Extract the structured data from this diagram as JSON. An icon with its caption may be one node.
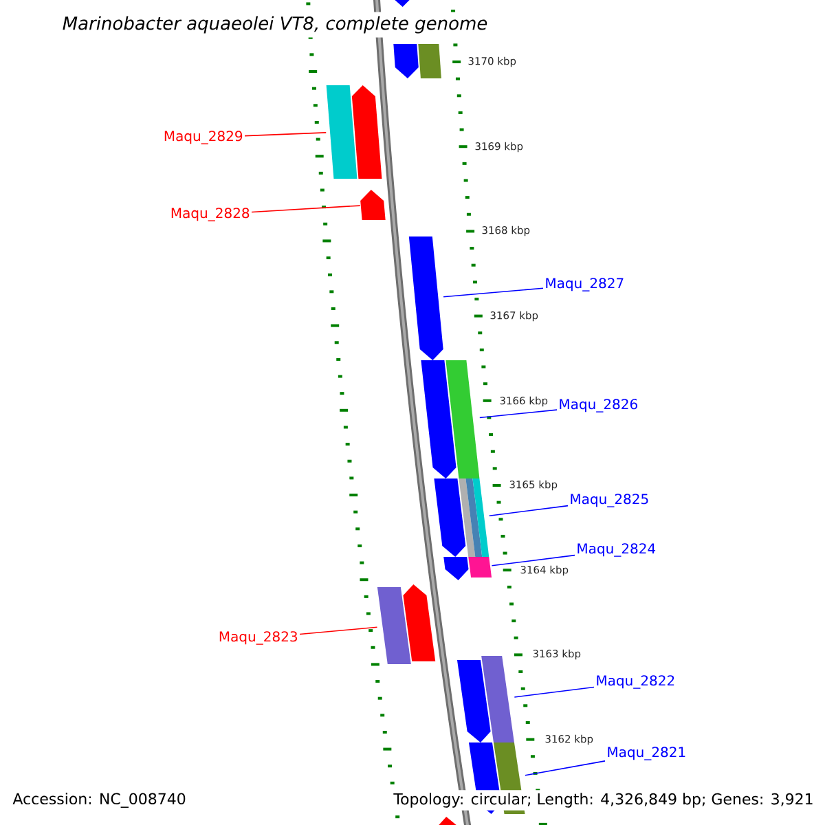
{
  "diagram": {
    "title": "Marinobacter aquaeolei VT8, complete genome",
    "nodes": [
      {
        "text": [
          "Maqu_2829"
        ]
      },
      {
        "text": [
          "Maqu_2828"
        ]
      },
      {
        "text": [
          "Maqu_2827"
        ]
      },
      {
        "text": [
          "Maqu_2826"
        ]
      },
      {
        "text": [
          "Maqu_2825"
        ]
      },
      {
        "text": [
          "Maqu_2824"
        ]
      },
      {
        "text": [
          "Maqu_2823"
        ]
      },
      {
        "text": [
          "Maqu_2822"
        ]
      },
      {
        "text": [
          "Maqu_2821"
        ]
      },
      {
        "text": [],
        "shape": "arrow"
      },
      {
        "text": [],
        "shape": "arrow"
      },
      {
        "text": [],
        "shape": "bar"
      },
      {
        "text": [],
        "shape": "bar"
      },
      {
        "text": [],
        "shape": "arrow"
      },
      {
        "text": [],
        "shape": "arrow"
      },
      {
        "text": [],
        "shape": "arrow"
      },
      {
        "text": [],
        "shape": "arrow"
      },
      {
        "text": [],
        "shape": "bar"
      },
      {
        "text": [],
        "shape": "arrow"
      },
      {
        "text": [],
        "shape": "bar"
      },
      {
        "text": [],
        "shape": "arrow"
      },
      {
        "text": [],
        "shape": "bar"
      },
      {
        "text": [],
        "shape": "bar"
      },
      {
        "text": [],
        "shape": "arrow"
      },
      {
        "text": [],
        "shape": "arrow"
      },
      {
        "text": [],
        "shape": "bar"
      },
      {
        "text": [],
        "shape": "arrow"
      },
      {
        "text": [],
        "shape": "bar"
      },
      {
        "text": [],
        "shape": "arrow"
      }
    ],
    "edges": [
      {
        "from": 0,
        "to": 12,
        "arrow": "none",
        "color": "#ff0000"
      },
      {
        "from": 1,
        "to": 14,
        "arrow": "none",
        "color": "#ff0000"
      },
      {
        "from": 2,
        "to": 15,
        "arrow": "none"
      },
      {
        "from": 3,
        "to": 17,
        "arrow": "none"
      },
      {
        "from": 4,
        "to": 19,
        "arrow": "none"
      },
      {
        "from": 5,
        "to": 21,
        "arrow": "none"
      },
      {
        "from": 6,
        "to": 22,
        "arrow": "none",
        "color": "#ff0000"
      },
      {
        "from": 7,
        "to": 25,
        "arrow": "none"
      },
      {
        "from": 8,
        "to": 27,
        "arrow": "none"
      }
    ],
    "labels": [
      "3170 kbp",
      "3169 kbp",
      "3168 kbp",
      "3167 kbp",
      "3166 kbp",
      "3165 kbp",
      "3164 kbp",
      "3163 kbp",
      "3162 kbp",
      "Accession: NC_008740",
      "Topology: circular; Length: 4,326,849 bp; Genes: 3,921"
    ]
  }
}
